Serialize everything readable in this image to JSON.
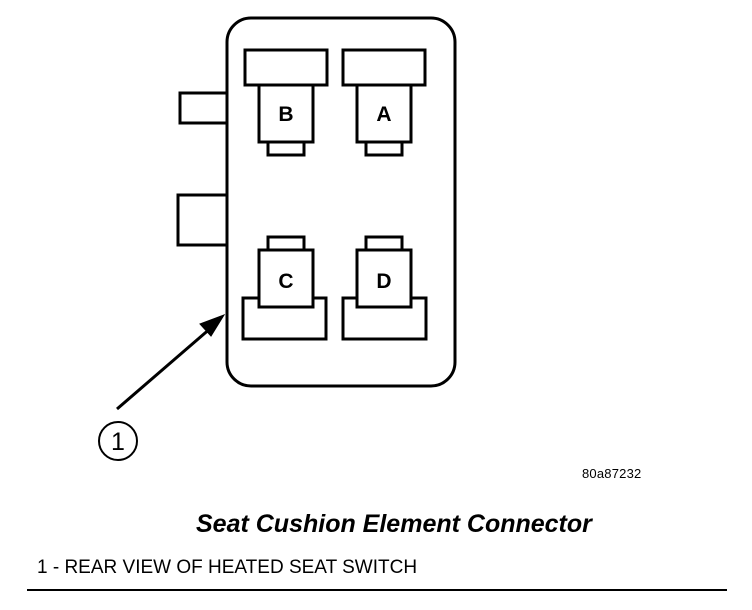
{
  "figure": {
    "code": "80a87232",
    "title": "Seat Cushion Element Connector",
    "legend": "1 - REAR VIEW OF HEATED SEAT SWITCH"
  },
  "connector": {
    "pins": [
      {
        "label": "B"
      },
      {
        "label": "A"
      },
      {
        "label": "C"
      },
      {
        "label": "D"
      }
    ]
  },
  "callout": {
    "number": "1"
  }
}
